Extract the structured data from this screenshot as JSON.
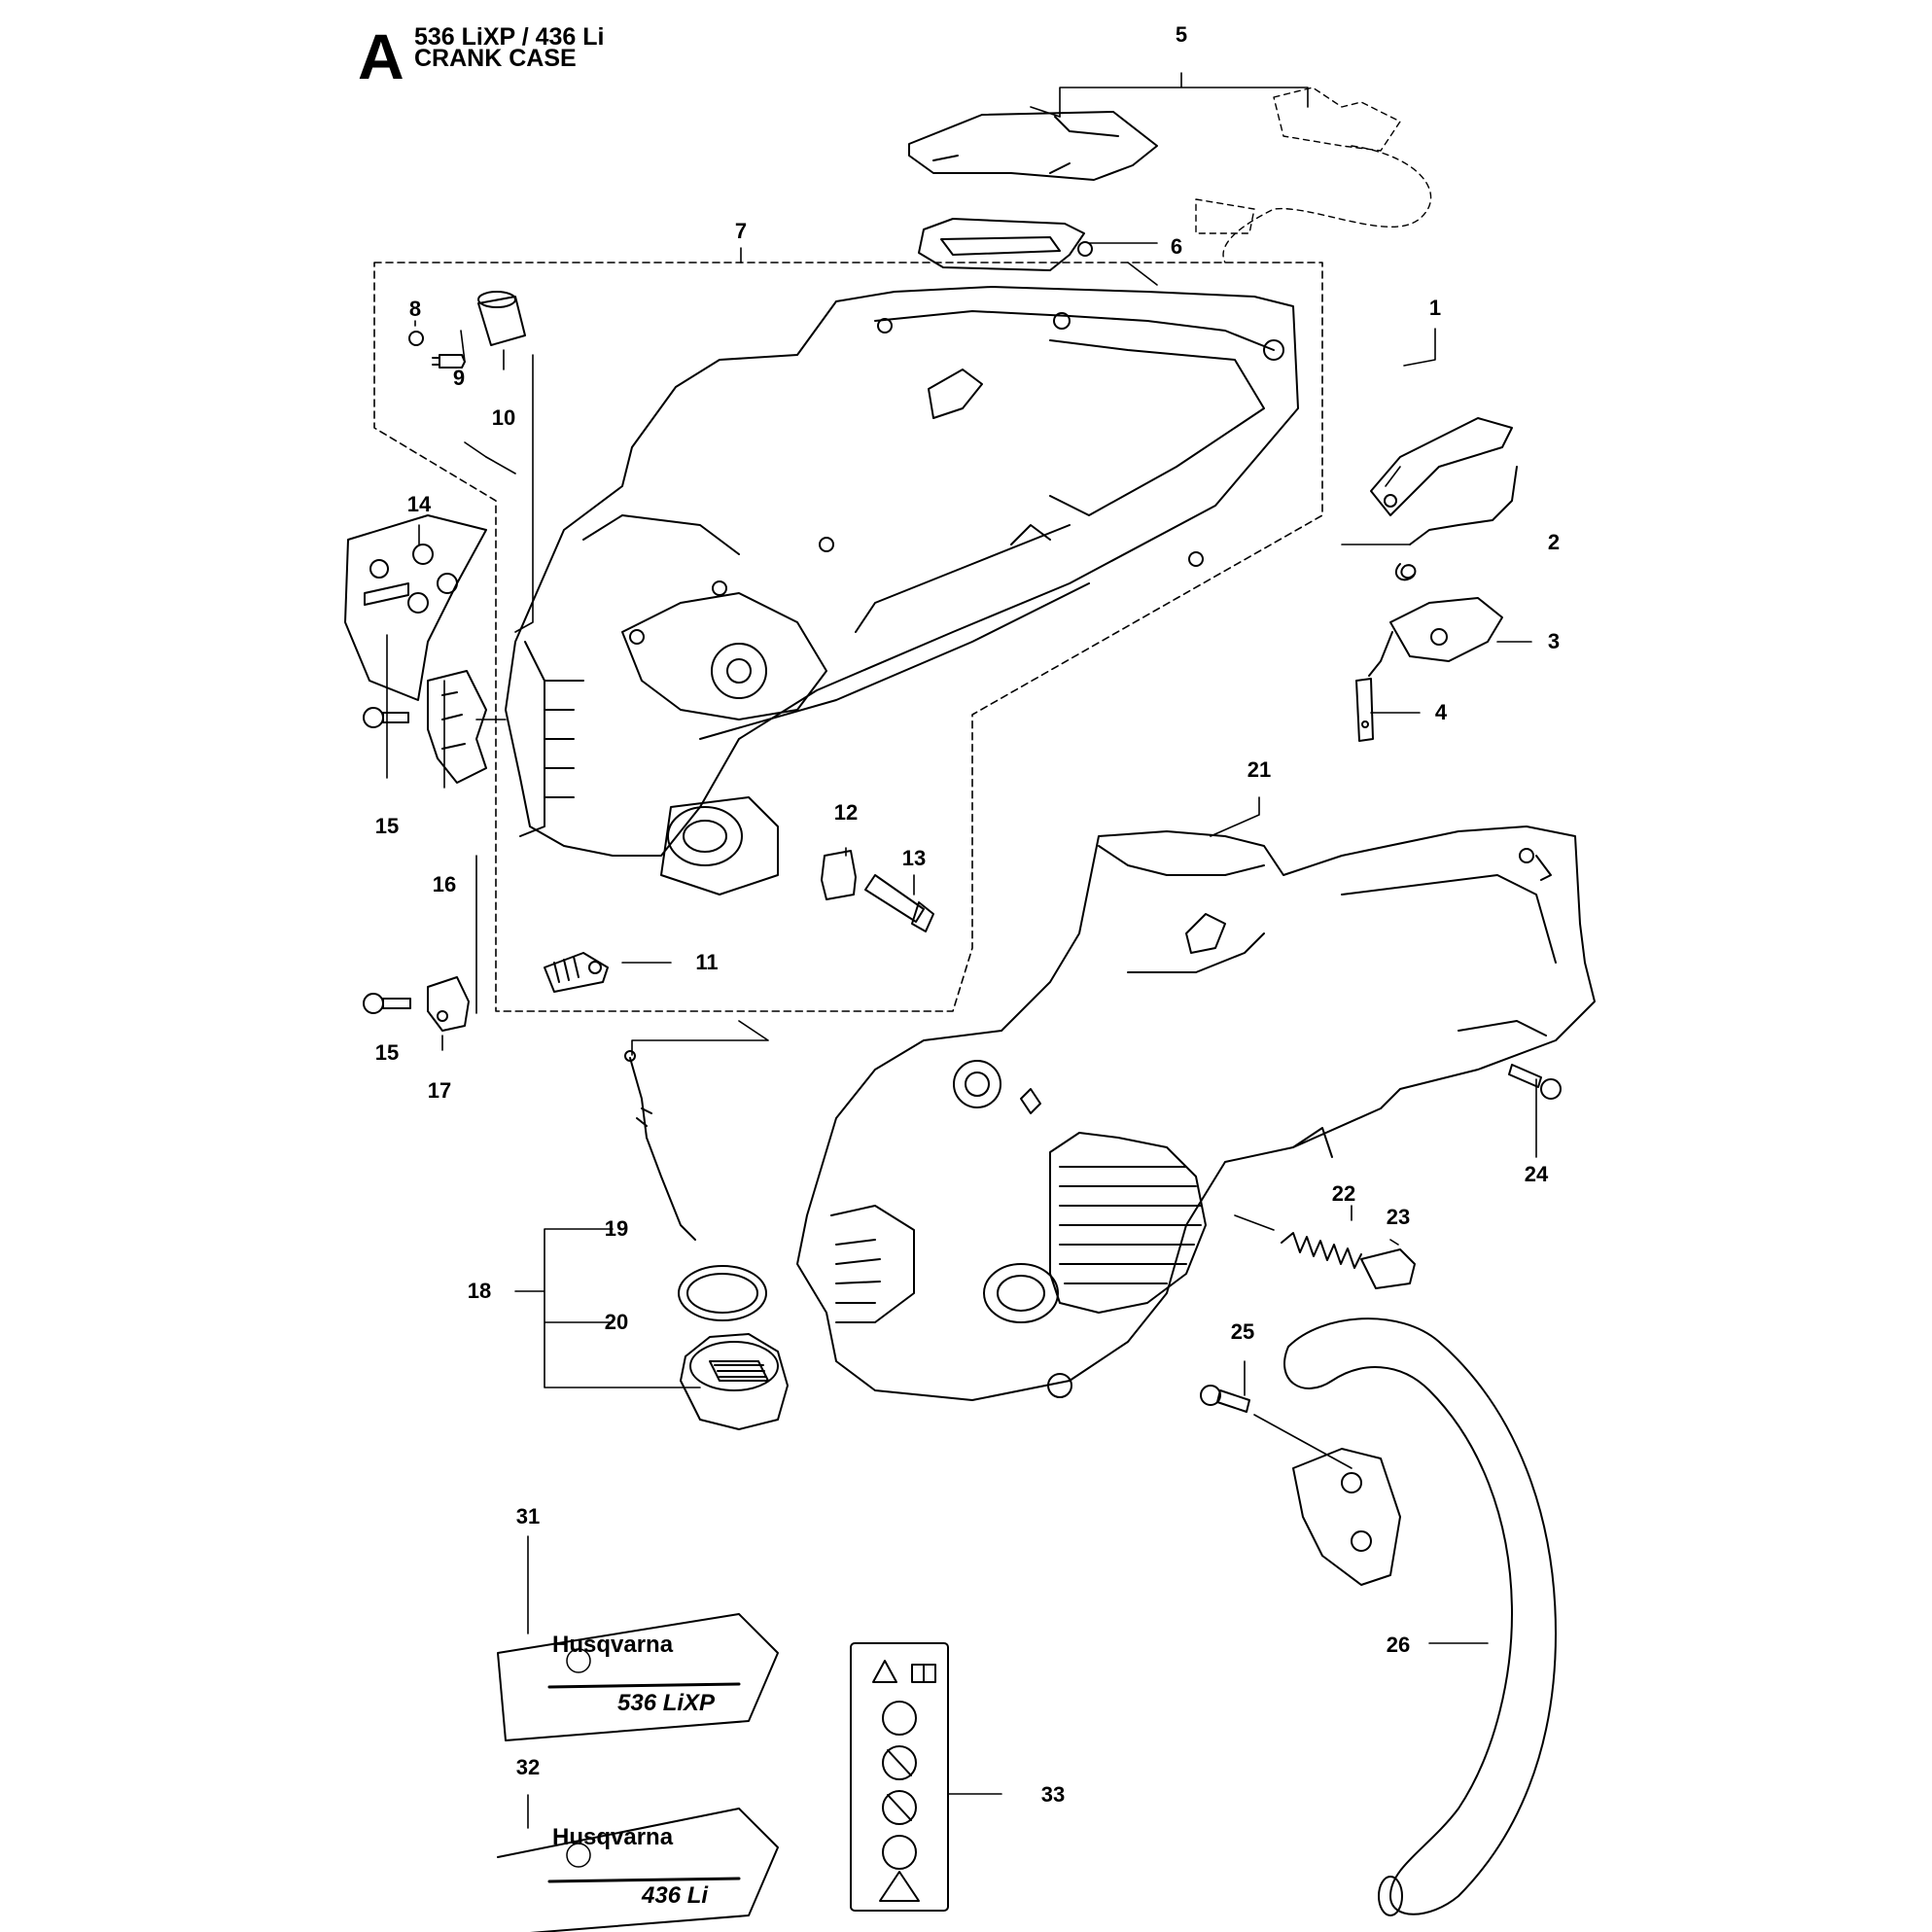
{
  "header": {
    "section_letter": "A",
    "models": "536 LiXP / 436 Li",
    "title": "CRANK CASE"
  },
  "callouts": [
    "1",
    "2",
    "3",
    "4",
    "5",
    "6",
    "7",
    "8",
    "9",
    "10",
    "11",
    "12",
    "13",
    "14",
    "15",
    "15",
    "16",
    "17",
    "18",
    "19",
    "20",
    "21",
    "22",
    "23",
    "24",
    "25",
    "26",
    "31",
    "32",
    "33"
  ],
  "decals": {
    "brand": "Husqvarna",
    "decal_31_model": "536 LiXP",
    "decal_32_model": "436 Li"
  }
}
